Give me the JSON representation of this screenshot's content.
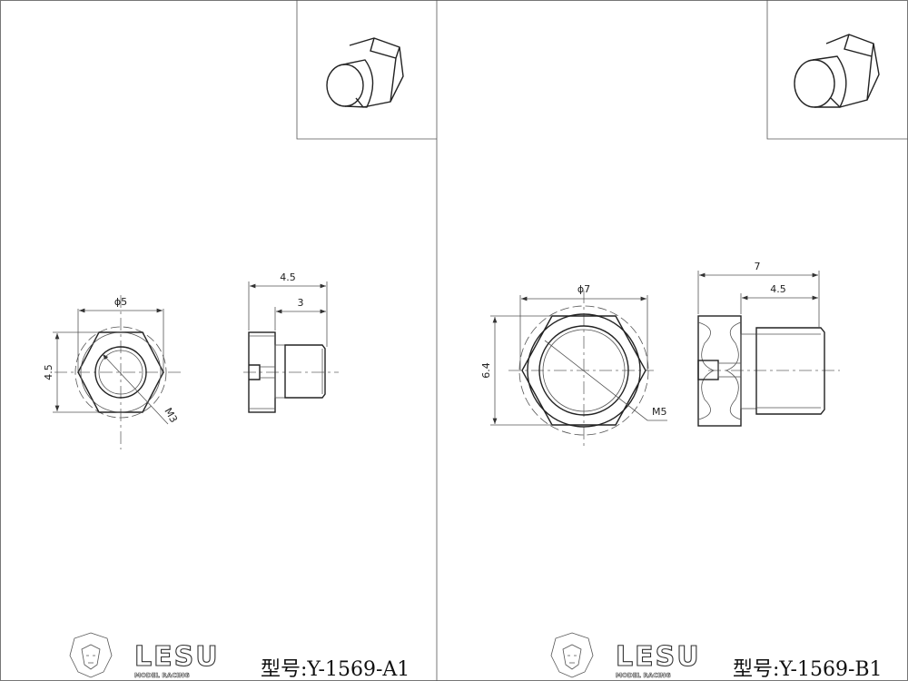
{
  "brand": {
    "logo_text": "LESU",
    "logo_subtext": "MODEL RACING"
  },
  "parts": [
    {
      "model_label": "型号:Y-1569-A1",
      "dims": {
        "diameter": "ϕ5",
        "flats": "4.5",
        "thread": "M3",
        "total_length": "4.5",
        "shank_length": "3"
      }
    },
    {
      "model_label": "型号:Y-1569-B1",
      "dims": {
        "diameter": "ϕ7",
        "flats": "6.4",
        "thread": "M5",
        "total_length": "7",
        "shank_length": "4.5"
      }
    }
  ]
}
